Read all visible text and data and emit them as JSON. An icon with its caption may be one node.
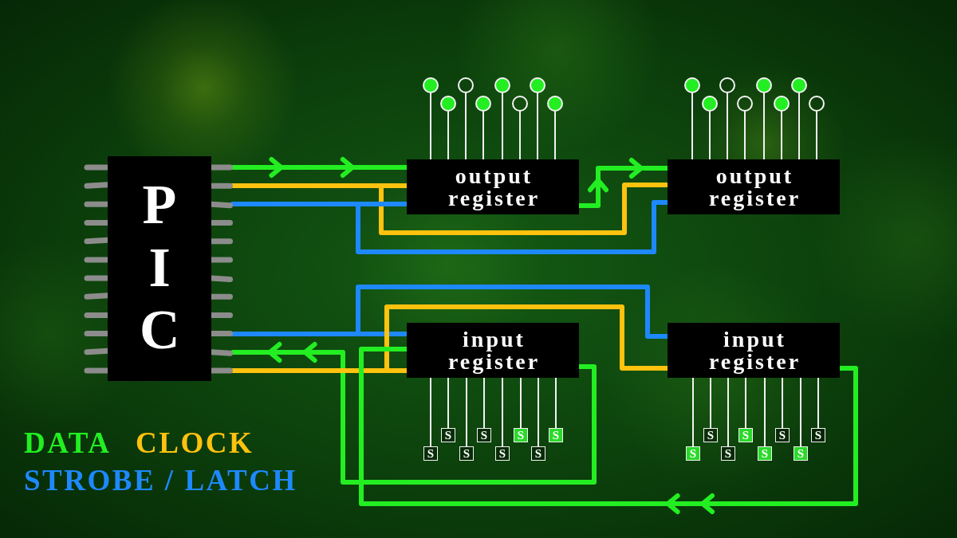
{
  "diagram": {
    "nodes": [
      {
        "text": [
          "P I C"
        ]
      },
      {
        "text": [
          "output register"
        ]
      },
      {
        "text": [
          "output register"
        ]
      },
      {
        "text": [
          "input register"
        ]
      },
      {
        "text": [
          "input register"
        ]
      },
      {
        "text": [],
        "shape": "circle"
      },
      {
        "text": [],
        "shape": "circle"
      },
      {
        "text": [],
        "shape": "circle"
      },
      {
        "text": [],
        "shape": "circle"
      },
      {
        "text": [],
        "shape": "circle"
      },
      {
        "text": [],
        "shape": "circle"
      },
      {
        "text": [],
        "shape": "circle"
      },
      {
        "text": [],
        "shape": "circle"
      },
      {
        "text": [],
        "shape": "circle"
      },
      {
        "text": [],
        "shape": "circle"
      },
      {
        "text": [],
        "shape": "circle"
      },
      {
        "text": [],
        "shape": "circle"
      },
      {
        "text": [],
        "shape": "circle"
      },
      {
        "text": [],
        "shape": "circle"
      },
      {
        "text": [],
        "shape": "circle"
      },
      {
        "text": [],
        "shape": "circle"
      },
      {
        "text": [
          "S"
        ]
      },
      {
        "text": [
          "S"
        ]
      },
      {
        "text": [
          "S"
        ]
      },
      {
        "text": [
          "S"
        ]
      },
      {
        "text": [
          "S"
        ]
      },
      {
        "text": [
          "S"
        ]
      },
      {
        "text": [
          "S"
        ]
      },
      {
        "text": [
          "S"
        ]
      },
      {
        "text": [
          "S"
        ]
      },
      {
        "text": [
          "S"
        ]
      },
      {
        "text": [
          "S"
        ]
      },
      {
        "text": [
          "S"
        ]
      },
      {
        "text": [
          "S"
        ]
      },
      {
        "text": [
          "S"
        ]
      },
      {
        "text": [
          "S"
        ]
      },
      {
        "text": [
          "S"
        ]
      }
    ],
    "edges": [
      {
        "from": 0,
        "to": 1,
        "arrow": "to",
        "style": "thick",
        "color": "#22ee22"
      },
      {
        "from": 0,
        "to": 1,
        "arrow": "none",
        "style": "thick",
        "color": "#ffc20e"
      },
      {
        "from": 0,
        "to": 2,
        "arrow": "none",
        "style": "thick",
        "color": "#ffc20e"
      },
      {
        "from": 0,
        "to": 1,
        "arrow": "none",
        "style": "thick",
        "color": "#1e88ff"
      },
      {
        "from": 0,
        "to": 2,
        "arrow": "none",
        "style": "thick",
        "color": "#1e88ff"
      },
      {
        "from": 1,
        "to": 2,
        "arrow": "to",
        "style": "thick",
        "color": "#22ee22"
      },
      {
        "from": 0,
        "to": 3,
        "arrow": "none",
        "style": "thick",
        "color": "#1e88ff"
      },
      {
        "from": 0,
        "to": 4,
        "arrow": "none",
        "style": "thick",
        "color": "#1e88ff"
      },
      {
        "from": 3,
        "to": 0,
        "arrow": "to",
        "style": "thick",
        "color": "#22ee22"
      },
      {
        "from": 0,
        "to": 3,
        "arrow": "none",
        "style": "thick",
        "color": "#ffc20e"
      },
      {
        "from": 0,
        "to": 4,
        "arrow": "none",
        "style": "thick",
        "color": "#ffc20e"
      },
      {
        "from": 4,
        "to": 3,
        "arrow": "to",
        "style": "thick",
        "color": "#22ee22"
      },
      {
        "from": 1,
        "to": 5,
        "arrow": "none"
      },
      {
        "from": 1,
        "to": 6,
        "arrow": "none"
      },
      {
        "from": 1,
        "to": 7,
        "arrow": "none"
      },
      {
        "from": 1,
        "to": 8,
        "arrow": "none"
      },
      {
        "from": 1,
        "to": 9,
        "arrow": "none"
      },
      {
        "from": 1,
        "to": 10,
        "arrow": "none"
      },
      {
        "from": 1,
        "to": 11,
        "arrow": "none"
      },
      {
        "from": 1,
        "to": 12,
        "arrow": "none"
      },
      {
        "from": 2,
        "to": 13,
        "arrow": "none"
      },
      {
        "from": 2,
        "to": 14,
        "arrow": "none"
      },
      {
        "from": 2,
        "to": 15,
        "arrow": "none"
      },
      {
        "from": 2,
        "to": 16,
        "arrow": "none"
      },
      {
        "from": 2,
        "to": 17,
        "arrow": "none"
      },
      {
        "from": 2,
        "to": 18,
        "arrow": "none"
      },
      {
        "from": 2,
        "to": 19,
        "arrow": "none"
      },
      {
        "from": 2,
        "to": 20,
        "arrow": "none"
      },
      {
        "from": 3,
        "to": 21,
        "arrow": "none"
      },
      {
        "from": 3,
        "to": 22,
        "arrow": "none"
      },
      {
        "from": 3,
        "to": 23,
        "arrow": "none"
      },
      {
        "from": 3,
        "to": 24,
        "arrow": "none"
      },
      {
        "from": 3,
        "to": 25,
        "arrow": "none"
      },
      {
        "from": 3,
        "to": 26,
        "arrow": "none"
      },
      {
        "from": 3,
        "to": 27,
        "arrow": "none"
      },
      {
        "from": 3,
        "to": 28,
        "arrow": "none"
      },
      {
        "from": 4,
        "to": 29,
        "arrow": "none"
      },
      {
        "from": 4,
        "to": 30,
        "arrow": "none"
      },
      {
        "from": 4,
        "to": 31,
        "arrow": "none"
      },
      {
        "from": 4,
        "to": 32,
        "arrow": "none"
      },
      {
        "from": 4,
        "to": 33,
        "arrow": "none"
      },
      {
        "from": 4,
        "to": 34,
        "arrow": "none"
      },
      {
        "from": 4,
        "to": 35,
        "arrow": "none"
      },
      {
        "from": 4,
        "to": 36,
        "arrow": "none"
      }
    ],
    "legend": [
      {
        "text": "DATA",
        "color": "#22ee22"
      },
      {
        "text": "CLOCK",
        "color": "#ffc20e"
      },
      {
        "text": "STROBE / LATCH",
        "color": "#1e88ff"
      }
    ]
  }
}
